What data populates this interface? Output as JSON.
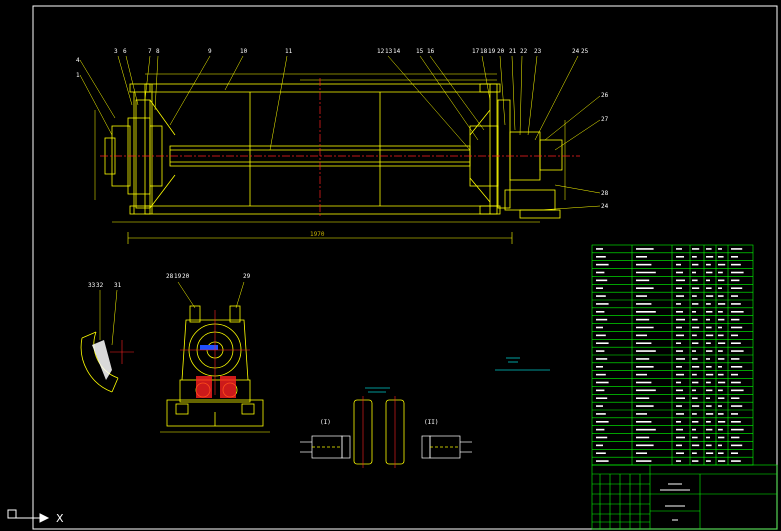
{
  "drawing": {
    "axis_marker": "X",
    "main_callouts_top": [
      "3",
      "6",
      "7",
      "8",
      "9",
      "10",
      "11",
      "12",
      "13",
      "14",
      "15",
      "16",
      "17",
      "18",
      "19",
      "20",
      "21",
      "22",
      "23",
      "24",
      "25"
    ],
    "main_callouts_left": [
      "4",
      "1"
    ],
    "main_callouts_right": [
      "26",
      "27",
      "28",
      "24"
    ],
    "overall_length_dim": "1970",
    "sectionA_callouts": [
      "33",
      "32",
      "31"
    ],
    "sectionB_callouts": [
      "28",
      "19",
      "20",
      "29"
    ],
    "detail_mark_left": "(I)",
    "detail_mark_right": "(II)",
    "rows": 28
  },
  "colors": {
    "background": "#000000",
    "outline": "#ffffff",
    "geometry": "#ffff00",
    "centerline": "#ff2020",
    "table": "#00ff00",
    "notes": "#00c8c8"
  }
}
